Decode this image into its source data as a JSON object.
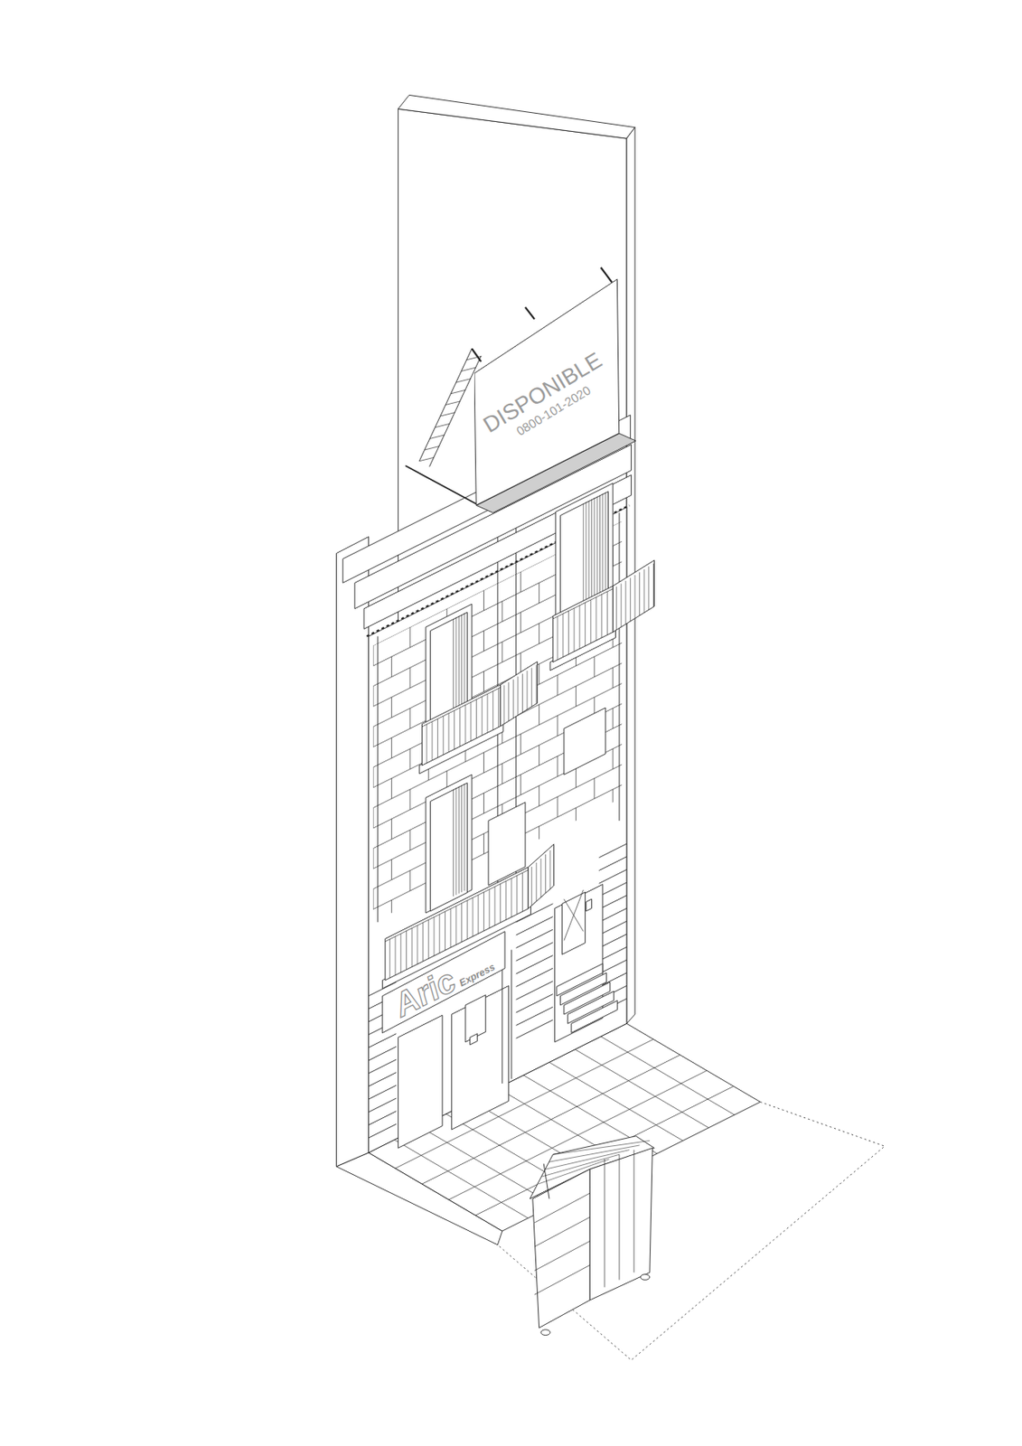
{
  "diagram": {
    "nodes": [
      {
        "text": [
          "DISPONIBLE",
          "0800-101-2020"
        ]
      },
      {
        "text": [
          "Aric",
          "Express"
        ]
      }
    ]
  }
}
